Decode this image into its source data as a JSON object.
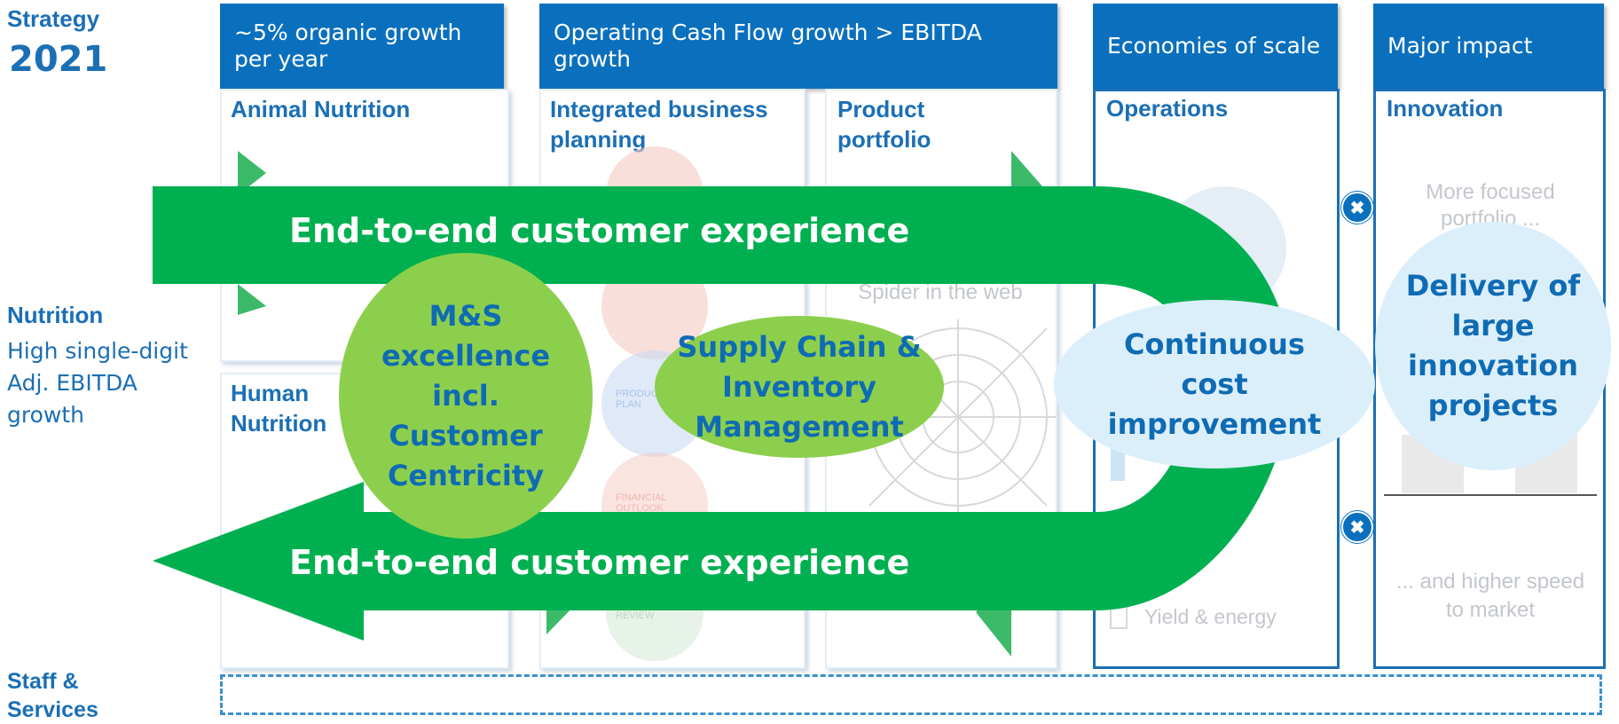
{
  "strategy": {
    "label": "Strategy",
    "year": "2021"
  },
  "nutrition": {
    "title": "Nutrition",
    "text": "High single-digit Adj. EBITDA growth"
  },
  "staff": {
    "label": "Staff & Services"
  },
  "headers": {
    "organic": "~5% organic growth per year",
    "cash_flow": "Operating Cash Flow growth > EBITDA growth",
    "economies": "Economies of scale",
    "impact": "Major impact"
  },
  "columns": {
    "animal": "Animal Nutrition",
    "human": "Human Nutrition",
    "ibp": "Integrated business planning",
    "portfolio": "Product portfolio",
    "operations": "Operations",
    "innovation": "Innovation"
  },
  "arrows": {
    "top": "End-to-end customer experience",
    "bottom": "End-to-end customer experience"
  },
  "bubbles": {
    "ms": "M&S excellence incl. Customer Centricity",
    "supply": "Supply Chain & Inventory Management",
    "cost": "Continuous cost improvement",
    "delivery": "Delivery of large innovation projects"
  },
  "ghost": {
    "spider": "Spider in the web",
    "focused": "More focused portfolio ...",
    "speed": "... and higher speed to market",
    "yield": "Yield & energy",
    "financial": "FINANCIAL OUTLOOK",
    "review": "REVIEW",
    "product_plan": "PRODUCT PLAN"
  },
  "icons": [
    "close-icon",
    "close-icon"
  ],
  "colors": {
    "header_blue": "#0a70be",
    "arrow_green": "#00b050",
    "bubble_green": "#8ccf4d",
    "bubble_light": "#dbeffb",
    "text_blue": "#1b6fb5"
  }
}
